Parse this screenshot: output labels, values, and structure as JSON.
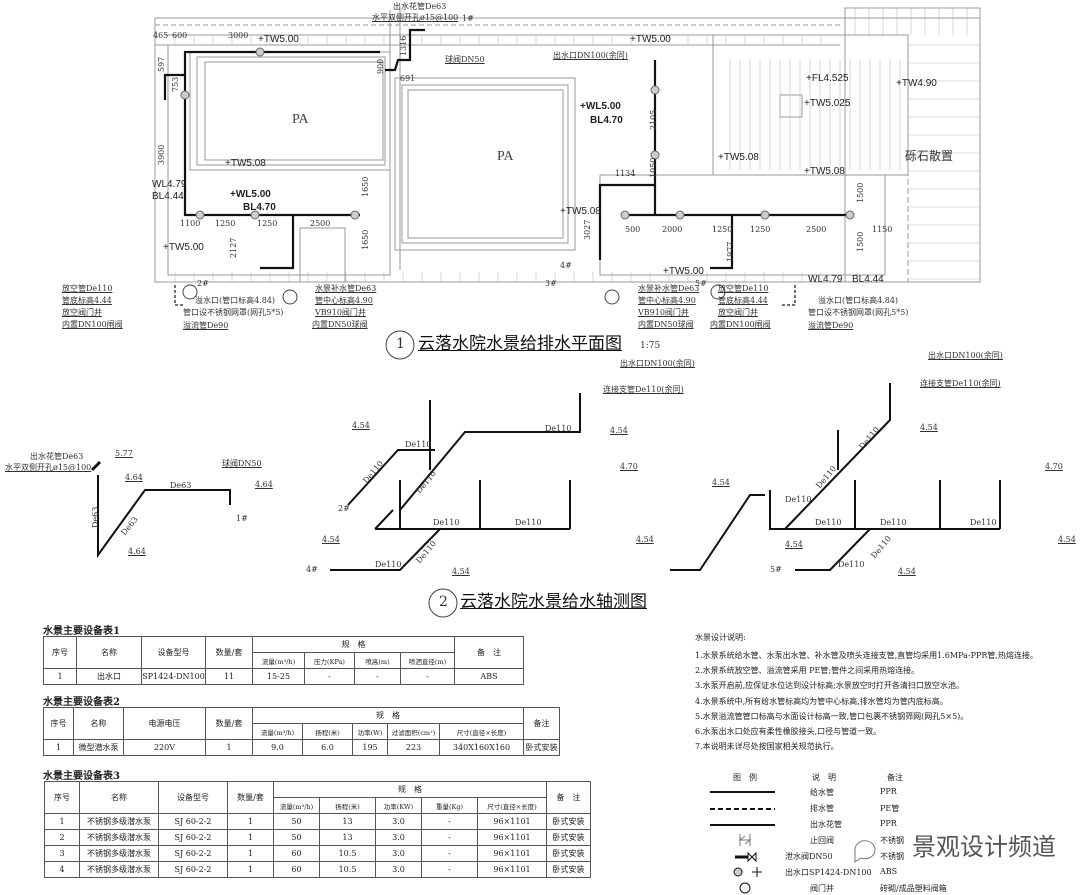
{
  "plan": {
    "title_num": "1",
    "title": "云落水院水景给排水平面图",
    "scale": "1:75",
    "labels": [
      "出水花管De63",
      "水平双侧开孔ø15@100",
      "465",
      "600",
      "3000",
      "+TW5.00",
      "597",
      "753",
      "3900",
      "1316",
      "900",
      "691",
      "球阀DN50",
      "出水口DN100(余同)",
      "+TW5.00",
      "+WL5.00",
      "BL4.70",
      "2105",
      "1050",
      "1134",
      "PA",
      "PA",
      "+TW5.08",
      "+FL4.525",
      "+TW4.90",
      "+TW5.025",
      "+TW5.08",
      "+TW5.08",
      "砾石散置",
      "WL4.79",
      "BL4.44",
      "+WL5.00",
      "BL4.70",
      "1100",
      "1250",
      "1250",
      "2500",
      "1650",
      "1650",
      "2127",
      "+TW5.00",
      "+TW5.08",
      "3027",
      "500",
      "2000",
      "1250",
      "1250",
      "2500",
      "1150",
      "1500",
      "1500",
      "1977",
      "+TW5.00",
      "WL4.79",
      "BL4.44"
    ],
    "notes": [
      "放空管De110",
      "管底标高4.44",
      "放空阀门井",
      "内置DN100闸阀",
      "溢水口(管口标高4.84)",
      "管口设不锈钢网罩(网孔5*5)",
      "溢流管De90",
      "水景补水管De63",
      "管中心标高4.90",
      "VB910阀门井",
      "内置DN50球阀",
      "水景补水管De63",
      "管中心标高4.90",
      "VB910阀门井",
      "内置DN50球阀",
      "放空管De110",
      "管底标高4.44",
      "放空阀门井",
      "内置DN100闸阀",
      "溢水口(管口标高4.84)",
      "管口设不锈钢网罩(网孔5*5)",
      "溢流管De90",
      "1#",
      "2#",
      "3#",
      "4#",
      "5#"
    ]
  },
  "iso": {
    "title_num": "2",
    "title": "云落水院水景给水轴测图",
    "left": [
      "出水花管De63",
      "水平双侧开孔ø15@100",
      "5.77",
      "4.64",
      "De63",
      "球阀DN50",
      "4.64",
      "De63",
      "De63",
      "4.64",
      "1#"
    ],
    "mid": [
      "出水口DN100(余同)",
      "连接支管De110(余同)",
      "4.54",
      "De110",
      "De110",
      "De110",
      "2#",
      "De110",
      "De110",
      "4.70",
      "4.54",
      "4.54",
      "4.54",
      "De110",
      "De110",
      "4.54",
      "4#",
      "De110"
    ],
    "right": [
      "出水口DN100(余同)",
      "连接支管De110(余同)",
      "4.54",
      "4.54",
      "De110",
      "De110",
      "De110",
      "De110",
      "De110",
      "De110",
      "4.70",
      "4.54",
      "4.54",
      "De110",
      "De110",
      "4.54",
      "5#"
    ]
  },
  "table1": {
    "title": "水景主要设备表1",
    "h": [
      "序号",
      "名称",
      "设备型号",
      "数量/套",
      "规　格",
      "备　注"
    ],
    "sub": [
      "流量(m³/h)",
      "压力(KPa)",
      "喷高(m)",
      "喷洒直径(m)"
    ],
    "rows": [
      [
        "1",
        "出水口",
        "SP1424-DN100",
        "11",
        "15-25",
        "-",
        "-",
        "-",
        "ABS"
      ]
    ]
  },
  "table2": {
    "title": "水景主要设备表2",
    "h": [
      "序号",
      "名称",
      "电源电压",
      "数量/套",
      "规　格",
      "备注"
    ],
    "sub": [
      "流量(m³/h)",
      "扬程(米)",
      "功率(W)",
      "过滤面积(cm²)",
      "尺寸(直径×长度)"
    ],
    "rows": [
      [
        "1",
        "微型潜水泵",
        "220V",
        "1",
        "9.0",
        "6.0",
        "195",
        "223",
        "340X160X160",
        "卧式安装"
      ]
    ]
  },
  "table3": {
    "title": "水景主要设备表3",
    "h": [
      "序号",
      "名称",
      "设备型号",
      "数量/套",
      "规　格",
      "备　注"
    ],
    "sub": [
      "流量(m³/h)",
      "扬程(米)",
      "功率(KW)",
      "重量(Kg)",
      "尺寸(直径×长度)"
    ],
    "rows": [
      [
        "1",
        "不锈钢多级潜水泵",
        "SJ 60-2-2",
        "1",
        "50",
        "13",
        "3.0",
        "-",
        "96×1101",
        "卧式安装"
      ],
      [
        "2",
        "不锈钢多级潜水泵",
        "SJ 60-2-2",
        "1",
        "50",
        "13",
        "3.0",
        "-",
        "96×1101",
        "卧式安装"
      ],
      [
        "3",
        "不锈钢多级潜水泵",
        "SJ 60-2-2",
        "1",
        "60",
        "10.5",
        "3.0",
        "-",
        "96×1101",
        "卧式安装"
      ],
      [
        "4",
        "不锈钢多级潜水泵",
        "SJ 60-2-2",
        "1",
        "60",
        "10.5",
        "3.0",
        "-",
        "96×1101",
        "卧式安装"
      ]
    ]
  },
  "notes": {
    "title": "水景设计说明:",
    "items": [
      "1.水景系统给水管、水泵出水管、补水管及喷头连接支管,直管均采用1.6MPa-PPR管,热熔连接。",
      "2.水景系统放空管、溢流管采用 PE管;管件之间采用热熔连接。",
      "3.水泵开启前,应保证水位达到设计标高;水景放空时打开各清扫口放空水池。",
      "4.水景系统中,所有给水管标高均为管中心标高,排水管均为管内底标高。",
      "5.水景溢流管管口标高与水面设计标高一致,管口包裹不锈钢筛网(网孔5×5)。",
      "6.水泵出水口处应有柔性橡胶接头,口径与管道一致。",
      "7.本说明未详尽处按国家相关规范执行。"
    ]
  },
  "legend": {
    "h": [
      "图　例",
      "说　明",
      "备注"
    ],
    "rows": [
      [
        "给水管",
        "PPR"
      ],
      [
        "排水管",
        "PE管"
      ],
      [
        "出水花管",
        "PPR"
      ],
      [
        "止回阀",
        "不锈钢"
      ],
      [
        "泄水阀DN50",
        "不锈钢"
      ],
      [
        "出水口SP1424-DN100",
        "ABS"
      ],
      [
        "阀门井",
        "砖砌/成品塑料阀箱"
      ]
    ]
  },
  "watermark": "景观设计频道"
}
